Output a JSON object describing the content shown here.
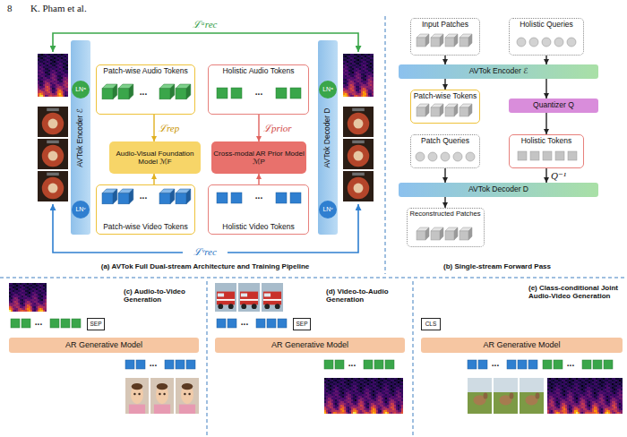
{
  "diagram": {
    "nodes": [
      {
        "text": [
          "AVTok Encoder ℰ"
        ]
      },
      {
        "text": [
          "LNᵃ"
        ],
        "in": 0
      },
      {
        "text": [
          "LNᵛ"
        ],
        "in": 0
      },
      {
        "text": [
          "Patch-wise Audio Tokens"
        ]
      },
      {
        "text": [
          "Holistic Audio Tokens"
        ]
      },
      {
        "text": [
          "Audio-Visual Foundation Model ℳF"
        ]
      },
      {
        "text": [
          "Cross-modal AR Prior Model ℳP"
        ]
      },
      {
        "text": [
          "Patch-wise Video Tokens"
        ]
      },
      {
        "text": [
          "Holistic Video Tokens"
        ]
      },
      {
        "text": [
          "AVTok Decoder D"
        ]
      },
      {
        "text": [
          "LNᵃ"
        ],
        "in": 9
      },
      {
        "text": [
          "LNᵛ"
        ],
        "in": 9
      },
      {
        "text": [
          "Input Patches"
        ]
      },
      {
        "text": [
          "Holistic Queries"
        ]
      },
      {
        "text": [
          "AVTok Encoder ℰ"
        ]
      },
      {
        "text": [
          "Patch-wise Tokens"
        ]
      },
      {
        "text": [
          "Quantizer Q"
        ]
      },
      {
        "text": [
          "Patch Queries"
        ]
      },
      {
        "text": [
          "Holistic Tokens"
        ]
      },
      {
        "text": [
          "AVTok Decoder D"
        ]
      },
      {
        "text": [
          "Reconstructed Patches"
        ]
      },
      {
        "text": [
          "SEP"
        ]
      },
      {
        "text": [
          "AR Generative Model"
        ]
      },
      {
        "text": [
          "SEP"
        ]
      },
      {
        "text": [
          "AR Generative Model"
        ]
      },
      {
        "text": [
          "CLS"
        ]
      },
      {
        "text": [
          "AR Generative Model"
        ]
      }
    ],
    "edges": [
      {
        "from": 3,
        "to": 5,
        "arrow": "to",
        "label": "ℒrep"
      },
      {
        "from": 7,
        "to": 5,
        "arrow": "to"
      },
      {
        "from": 4,
        "to": 6,
        "arrow": "to",
        "label": "ℒprior"
      },
      {
        "from": 8,
        "to": 6,
        "arrow": "to"
      },
      {
        "from": 12,
        "to": 14,
        "arrow": "to"
      },
      {
        "from": 13,
        "to": 14,
        "arrow": "to"
      },
      {
        "from": 14,
        "to": 15,
        "arrow": "to"
      },
      {
        "from": 14,
        "to": 16,
        "arrow": "to"
      },
      {
        "from": 16,
        "to": 18,
        "arrow": "to"
      },
      {
        "from": 17,
        "to": 19,
        "arrow": "to"
      },
      {
        "from": 18,
        "to": 19,
        "arrow": "to",
        "label": "Q⁻¹"
      },
      {
        "from": 19,
        "to": 20,
        "arrow": "to"
      }
    ],
    "labels": [
      "8",
      "K. Pham et al.",
      "ℒᵃrec",
      "...",
      "...",
      "...",
      "...",
      "ℒᵛrec",
      "(a) AVTok Full Dual-stream Architecture and Training Pipeline",
      "(b) Single-stream Forward Pass",
      "(c) Audio-to-Video Generation",
      "...",
      "...",
      "(d) Video-to-Audio Generation",
      "...",
      "...",
      "(e) Class-conditional Joint Audio-Video Generation",
      "...",
      "..."
    ]
  }
}
